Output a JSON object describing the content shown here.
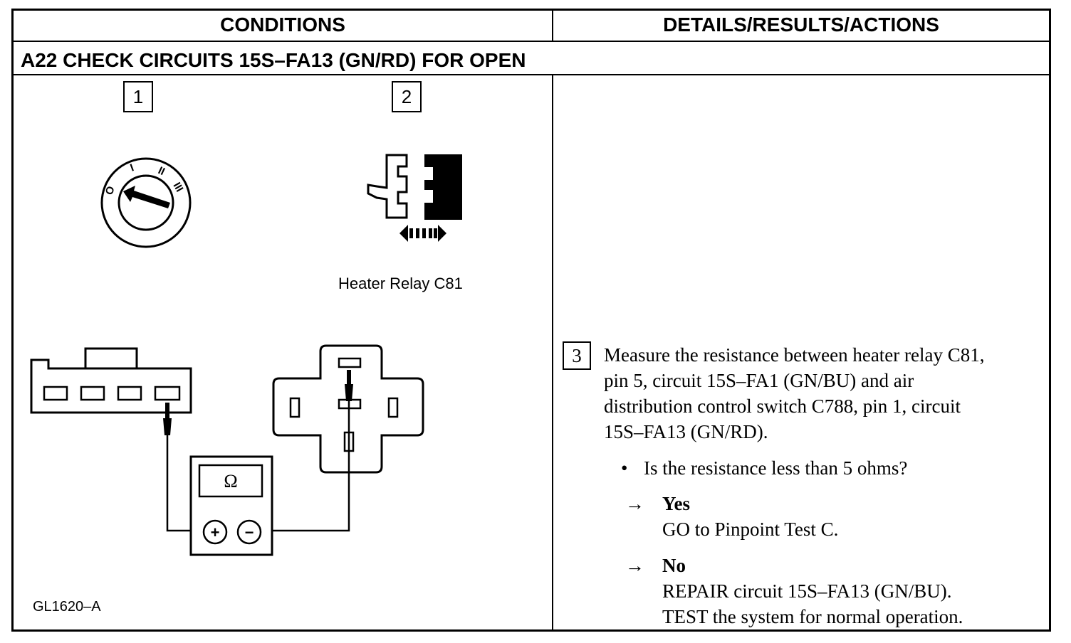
{
  "header": {
    "left": "CONDITIONS",
    "right": "DETAILS/RESULTS/ACTIONS"
  },
  "section_title": "A22 CHECK CIRCUITS 15S–FA13 (GN/RD) FOR OPEN",
  "steps": {
    "one": "1",
    "two": "2",
    "three": "3"
  },
  "labels": {
    "relay": "Heater Relay C81",
    "figure_id": "GL1620–A",
    "meter_symbol": "Ω",
    "plus": "+",
    "minus": "−"
  },
  "ignition_marks": {
    "o": "O",
    "i": "I",
    "ii": "II",
    "iii": "III"
  },
  "details": {
    "instruction_lines": [
      "Measure the resistance between heater relay C81,",
      "pin 5, circuit 15S–FA1 (GN/BU) and air",
      "distribution control switch C788, pin 1, circuit",
      "15S–FA13 (GN/RD)."
    ],
    "bullet": "•",
    "question": "Is the resistance less than 5 ohms?",
    "arrow": "→",
    "yes_label": "Yes",
    "yes_action": "GO to Pinpoint Test C.",
    "no_label": "No",
    "no_action_1": "REPAIR circuit 15S–FA13 (GN/BU).",
    "no_action_2": "TEST the system for normal operation."
  },
  "colors": {
    "ink": "#000000",
    "paper": "#ffffff"
  }
}
